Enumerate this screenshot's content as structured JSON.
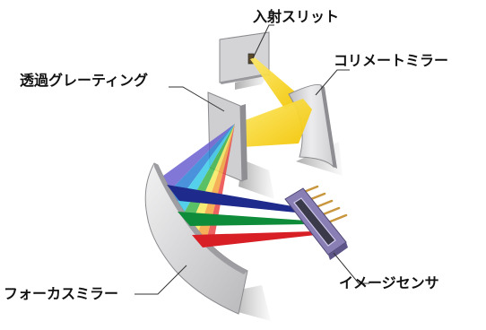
{
  "labels": {
    "entrance_slit": "入射スリット",
    "collimating_mirror": "コリメートミラー",
    "transmission_grating": "透過グレーティング",
    "focusing_mirror": "フォーカスミラー",
    "image_sensor": "イメージセンサ"
  },
  "colors": {
    "beam_yellow": "#f7d21a",
    "beam_yellow_light": "#fde96a",
    "beam_violet": "#6a5fd0",
    "beam_blue": "#2a7fd6",
    "beam_cyan": "#36c8e8",
    "beam_green": "#3cb54a",
    "beam_yellow_band": "#f4e85a",
    "beam_orange": "#f4a23a",
    "beam_red": "#e83a3a",
    "deep_blue": "#1e2a8c",
    "deep_green": "#0f8c3a",
    "deep_red": "#d81f26",
    "mirror_face": "#d9d9db",
    "mirror_edge": "#9c9ca0",
    "sensor_body": "#8a7fb4",
    "sensor_pins": "#c8963c",
    "leader_line": "#333333"
  }
}
